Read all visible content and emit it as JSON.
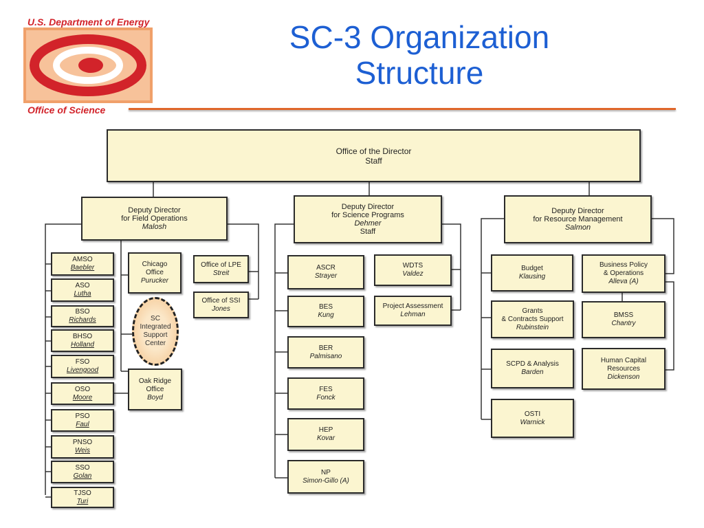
{
  "header": {
    "logo_top": "U.S. Department of Energy",
    "logo_bottom": "Office of Science",
    "title_line1": "SC-3 Organization",
    "title_line2": "Structure"
  },
  "colors": {
    "title": "#1d5fd3",
    "logo": "#d2232a",
    "box_fill": "#fbf5d0",
    "rule": "#e0662a"
  },
  "director": {
    "line1": "Office of the Director",
    "line2": "Staff"
  },
  "deputies": {
    "field": {
      "line1": "Deputy Director",
      "line2": "for Field Operations",
      "person": "Malosh"
    },
    "science": {
      "line1": "Deputy Director",
      "line2": "for Science Programs",
      "person": "Dehmer",
      "line4": "Staff"
    },
    "resource": {
      "line1": "Deputy Director",
      "line2": "for Resource Management",
      "person": "Salmon"
    }
  },
  "field_offices": [
    {
      "name": "AMSO",
      "person": "Baebler"
    },
    {
      "name": "ASO",
      "person": "Lutha"
    },
    {
      "name": "BSO",
      "person": "Richards"
    },
    {
      "name": "BHSO",
      "person": "Holland"
    },
    {
      "name": "FSO",
      "person": "Livengood"
    },
    {
      "name": "OSO",
      "person": "Moore"
    },
    {
      "name": "PSO",
      "person": "Faul"
    },
    {
      "name": "PNSO",
      "person": "Weis"
    },
    {
      "name": "SSO",
      "person": "Golan"
    },
    {
      "name": "TJSO",
      "person": "Turi"
    }
  ],
  "field_middle": {
    "chicago": {
      "line1": "Chicago",
      "line2": "Office",
      "person": "Purucker"
    },
    "isc": {
      "line1": "SC",
      "line2": "Integrated",
      "line3": "Support",
      "line4": "Center"
    },
    "oakridge": {
      "line1": "Oak Ridge",
      "line2": "Office",
      "person": "Boyd"
    },
    "lpe": {
      "name": "Office of LPE",
      "person": "Streit"
    },
    "ssi": {
      "name": "Office of SSI",
      "person": "Jones"
    }
  },
  "science_programs": [
    {
      "name": "ASCR",
      "person": "Strayer"
    },
    {
      "name": "BES",
      "person": "Kung"
    },
    {
      "name": "BER",
      "person": "Palmisano"
    },
    {
      "name": "FES",
      "person": "Fonck"
    },
    {
      "name": "HEP",
      "person": "Kovar"
    },
    {
      "name": "NP",
      "person": "Simon-Gillo (A)"
    }
  ],
  "science_staff": {
    "wdts": {
      "name": "WDTS",
      "person": "Valdez"
    },
    "pa": {
      "name": "Project Assessment",
      "person": "Lehman"
    }
  },
  "resource_left": [
    {
      "line1": "Budget",
      "line2": "",
      "person": "Klausing"
    },
    {
      "line1": "Grants",
      "line2": "& Contracts Support",
      "person": "Rubinstein"
    },
    {
      "line1": "SCPD & Analysis",
      "line2": "",
      "person": "Barden"
    },
    {
      "line1": "OSTI",
      "line2": "",
      "person": "Warnick"
    }
  ],
  "resource_right": [
    {
      "line1": "Business Policy",
      "line2": "& Operations",
      "person": "Alleva (A)"
    },
    {
      "line1": "BMSS",
      "line2": "",
      "person": "Chantry"
    },
    {
      "line1": "Human Capital",
      "line2": "Resources",
      "person": "Dickenson"
    }
  ]
}
